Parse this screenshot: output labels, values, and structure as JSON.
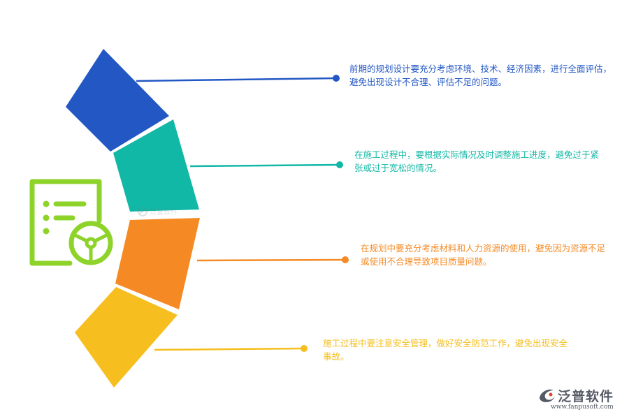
{
  "items": [
    {
      "text": "前期的规划设计要充分考虑环境、技术、经济因素，进行全面评估，避免出现设计不合理、评估不足的问题。",
      "color": "#2257c4"
    },
    {
      "text": "在施工过程中，要根据实际情况及时调整施工进度，避免过于紧张或过于宽松的情况。",
      "color": "#12b8a6"
    },
    {
      "text": "在规划中要充分考虑材料和人力资源的使用，避免因为资源不足或使用不合理导致项目质量问题。",
      "color": "#f58a25"
    },
    {
      "text": "施工过程中要注意安全管理，做好安全防范工作，避免出现安全事故。",
      "color": "#f6be1e"
    }
  ],
  "icon": {
    "name": "checklist-steering-wheel-icon",
    "color": "#8ed32a"
  },
  "brand": {
    "name": "泛普软件",
    "url": "www.fanpusoft.com",
    "color": "#555b66"
  },
  "watermark": {
    "text": "泛普软件"
  }
}
